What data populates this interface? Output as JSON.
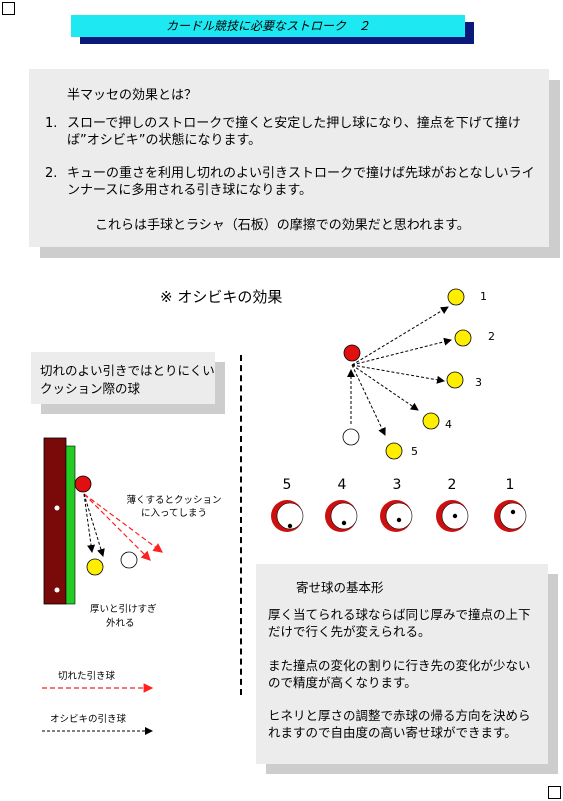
{
  "title": "カードル競技に必要なストローク　２",
  "intro": {
    "heading": "半マッセの効果とは？",
    "points": [
      {
        "num": "1.",
        "text": "スローで押しのストロークで撞くと安定した押し球になり、撞点を下げて撞けば”オシビキ”の状態になります。"
      },
      {
        "num": "2.",
        "text": "キューの重さを利用し切れのよい引きストロークで撞けば先球がおとなしいラインナースに多用される引き球になります。"
      }
    ],
    "conclusion": "これらは手球とラシャ（石板）の摩擦での効果だと思われます。"
  },
  "oshibiki": {
    "title": "※ オシビキの効果",
    "ball_labels": [
      "1",
      "2",
      "3",
      "4",
      "5"
    ]
  },
  "cushion": {
    "label": "切れのよい引きではとりにくいクッション際の球",
    "thin_note": "薄くするとクッションに入ってしまう",
    "thick_note_1": "厚いと引けすぎ",
    "thick_note_2": "外れる"
  },
  "legend": {
    "cut_draw": "切れた引き球",
    "oshibiki_draw": "オシビキの引き球"
  },
  "positions": [
    "5",
    "4",
    "3",
    "2",
    "1"
  ],
  "yose": {
    "heading": "寄せ球の基本形",
    "paragraphs": [
      "厚く当てられる球ならば同じ厚みで撞点の上下だけで行く先が変えられる。",
      "また撞点の変化の割りに行き先の変化が少ないので精度が高くなります。",
      "ヒネリと厚さの調整で赤球の帰る方向を決められますので自由度の高い寄せ球ができます。"
    ]
  },
  "colors": {
    "title_bg": "#1ee8f2",
    "title_shadow": "#0b1a7a",
    "red_ball": "#e01010",
    "yellow_ball": "#ffee00",
    "cushion_rail": "#7a0a0a",
    "cushion_green": "#22cc22",
    "panel": "#ececec",
    "panel_shadow": "#cdcdcd",
    "cut_arrow": "#ff2020"
  }
}
